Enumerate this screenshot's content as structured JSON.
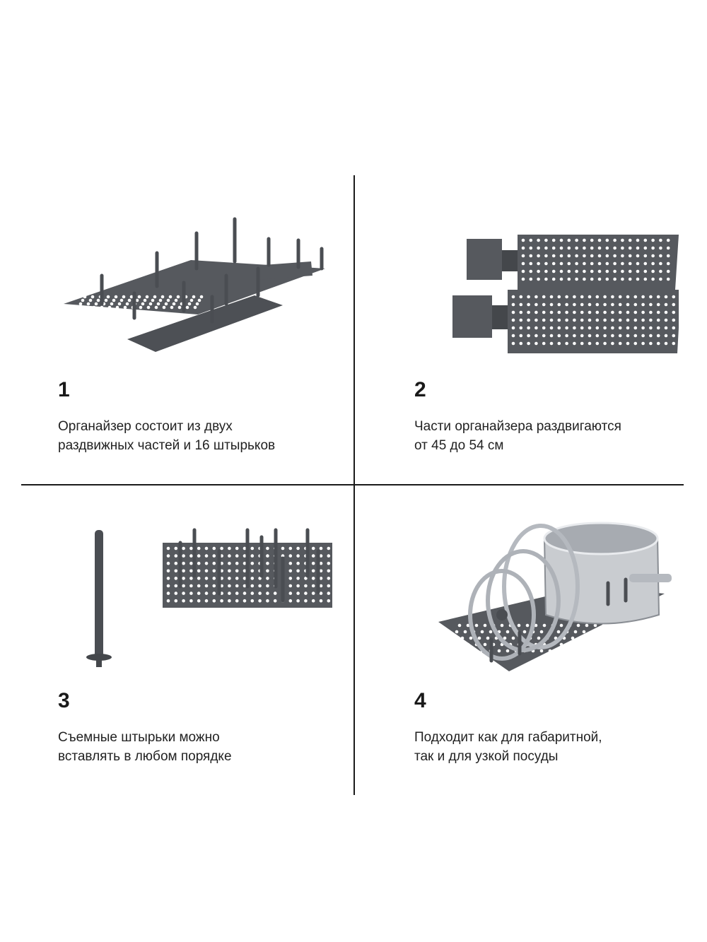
{
  "colors": {
    "organizer": "#56595e",
    "hole": "#ffffff",
    "divider": "#1a1a1a",
    "steel": "#c9ccd0"
  },
  "steps": [
    {
      "number": "1",
      "line1": "Органайзер состоит из двух",
      "line2": "раздвижных частей и 16 штырьков",
      "illustration": "organizer-with-pegs"
    },
    {
      "number": "2",
      "line1": "Части органайзера раздвигаются",
      "line2": "от 45 до 54 см",
      "illustration": "extended-panels"
    },
    {
      "number": "3",
      "line1": "Съемные штырьки можно",
      "line2": "вставлять в любом порядке",
      "illustration": "single-peg-and-organizer"
    },
    {
      "number": "4",
      "line1": "Подходит как для габаритной,",
      "line2": "так и для узкой посуды",
      "illustration": "pot-and-lids-on-organizer"
    }
  ]
}
